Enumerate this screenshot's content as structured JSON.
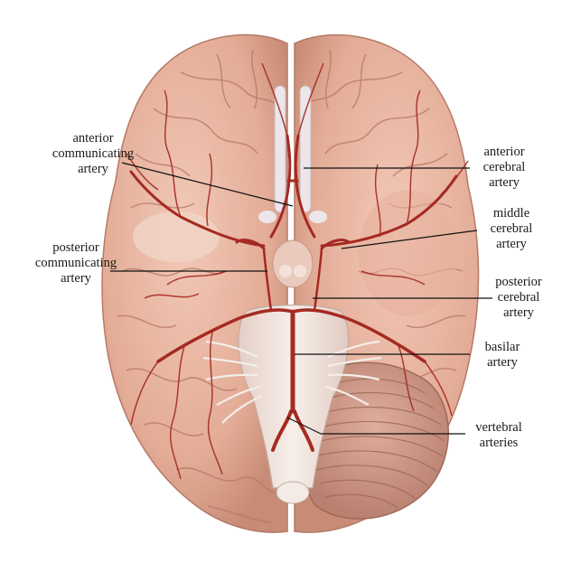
{
  "labels": {
    "anterior_communicating_artery": "anterior\ncommunicating\nartery",
    "posterior_communicating_artery": "posterior\ncommunicating\nartery",
    "anterior_cerebral_artery": "anterior\ncerebral\nartery",
    "middle_cerebral_artery": "middle\ncerebral\nartery",
    "posterior_cerebral_artery": "posterior\ncerebral\nartery",
    "basilar_artery": "basilar\nartery",
    "vertebral_arteries": "vertebral\narteries"
  },
  "colors": {
    "brain_base": "#e9b8a4",
    "brain_shadow": "#c98d7a",
    "gyrus_line": "#b9786a",
    "artery": "#a52a22",
    "artery_dark": "#7e1a15",
    "brainstem": "#efe2dc",
    "cerebellum": "#d6a090",
    "leader_line": "#111111"
  }
}
